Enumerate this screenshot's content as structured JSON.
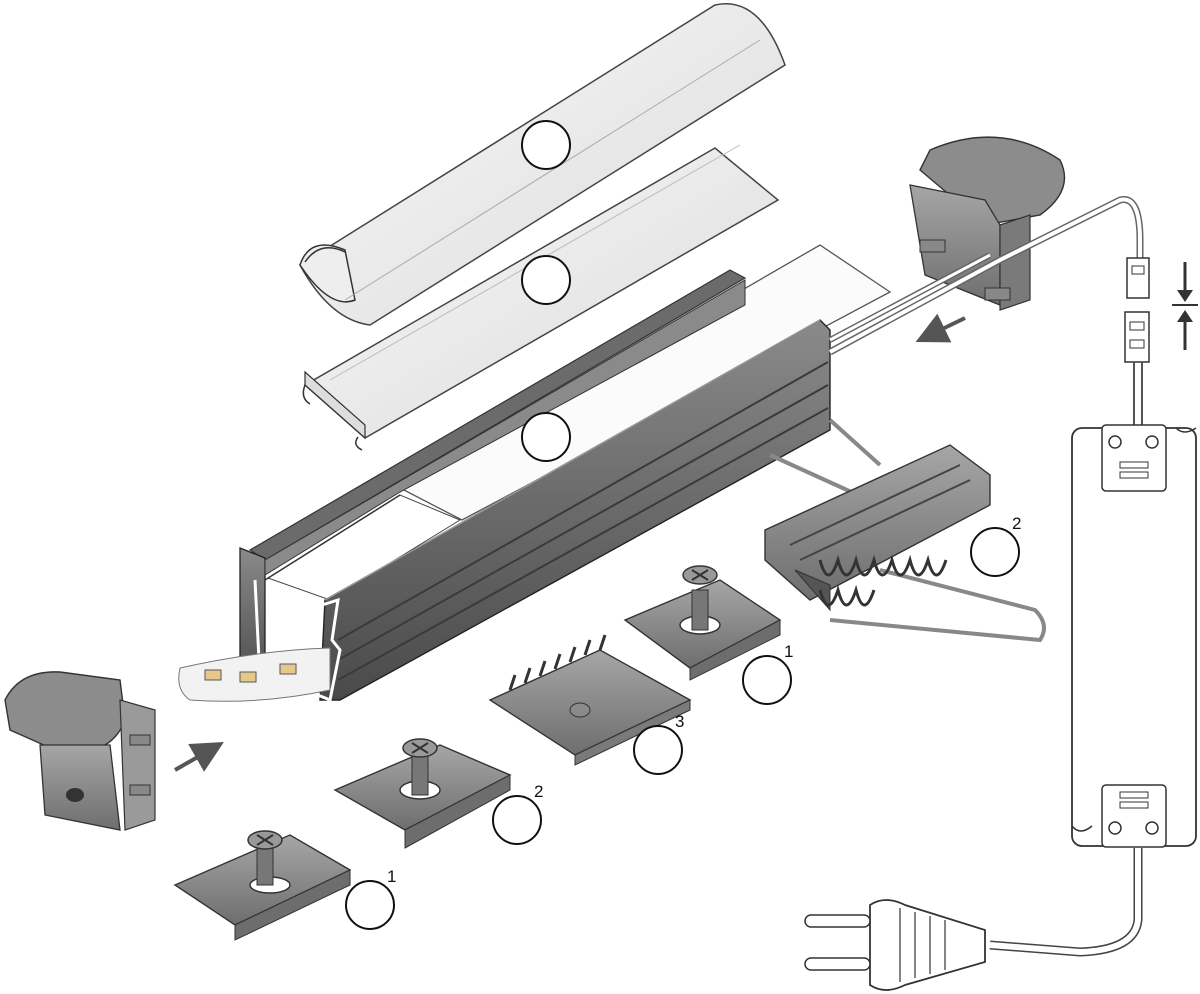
{
  "diagram": {
    "callouts": [
      {
        "id": "cover-round",
        "index": ""
      },
      {
        "id": "cover-flat",
        "index": ""
      },
      {
        "id": "cover-flat-lower",
        "index": ""
      },
      {
        "id": "spring-clip",
        "index": "2"
      },
      {
        "id": "mount-top",
        "index": "1"
      },
      {
        "id": "mount-spring-strip",
        "index": "3"
      },
      {
        "id": "mount-mid",
        "index": "2"
      },
      {
        "id": "mount-bottom",
        "index": "1"
      }
    ]
  }
}
